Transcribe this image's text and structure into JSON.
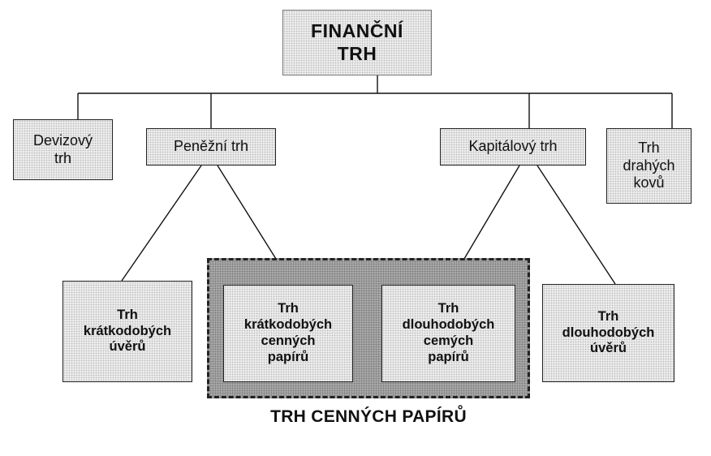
{
  "diagram": {
    "root": "FINANČNÍ\nTRH",
    "level1": {
      "devizovy": "Devizový\ntrh",
      "penezni": "Peněžní trh",
      "kapitalovy": "Kapitálový trh",
      "drahe_kovy": "Trh\ndrahých\nkovů"
    },
    "level2": {
      "kratkodobe_uvery": "Trh\nkrátkodobých\núvěrů",
      "kratkodobe_cp": "Trh\nkrátkodobých\ncenných\npapírů",
      "dlouhodobe_cp": "Trh\ndlouhodobých\ncemých\npapírů",
      "dlouhodobe_uvery": "Trh\ndlouhodobých\núvěrů"
    },
    "group_label": "TRH CENNÝCH PAPÍRŮ"
  }
}
